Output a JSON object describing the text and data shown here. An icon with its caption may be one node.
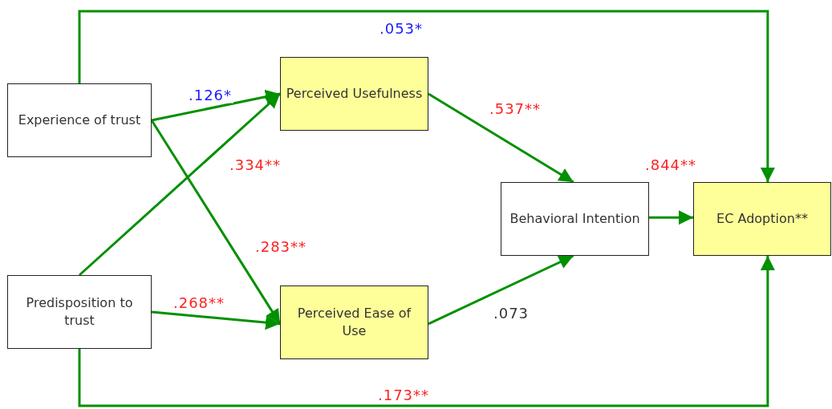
{
  "diagram": {
    "nodes": [
      {
        "text": [
          "Experience of trust"
        ]
      },
      {
        "text": [
          "Predisposition to trust"
        ]
      },
      {
        "text": [
          "Perceived Usefulness"
        ]
      },
      {
        "text": [
          "Perceived Ease of Use"
        ]
      },
      {
        "text": [
          "Behavioral Intention"
        ]
      },
      {
        "text": [
          "EC Adoption**"
        ]
      }
    ],
    "edges": [
      {
        "from": 0,
        "to": 5,
        "arrow": "to",
        "label": ".053*"
      },
      {
        "from": 0,
        "to": 2,
        "arrow": "to",
        "label": ".126*"
      },
      {
        "from": 0,
        "to": 3,
        "arrow": "to",
        "label": ".283**"
      },
      {
        "from": 1,
        "to": 2,
        "arrow": "to",
        "label": ".334**"
      },
      {
        "from": 1,
        "to": 3,
        "arrow": "to",
        "label": ".268**"
      },
      {
        "from": 1,
        "to": 5,
        "arrow": "to",
        "label": ".173**"
      },
      {
        "from": 2,
        "to": 4,
        "arrow": "to",
        "label": ".537**"
      },
      {
        "from": 3,
        "to": 4,
        "arrow": "to",
        "label": ".073"
      },
      {
        "from": 4,
        "to": 5,
        "arrow": "to",
        "label": ".844**"
      }
    ]
  }
}
